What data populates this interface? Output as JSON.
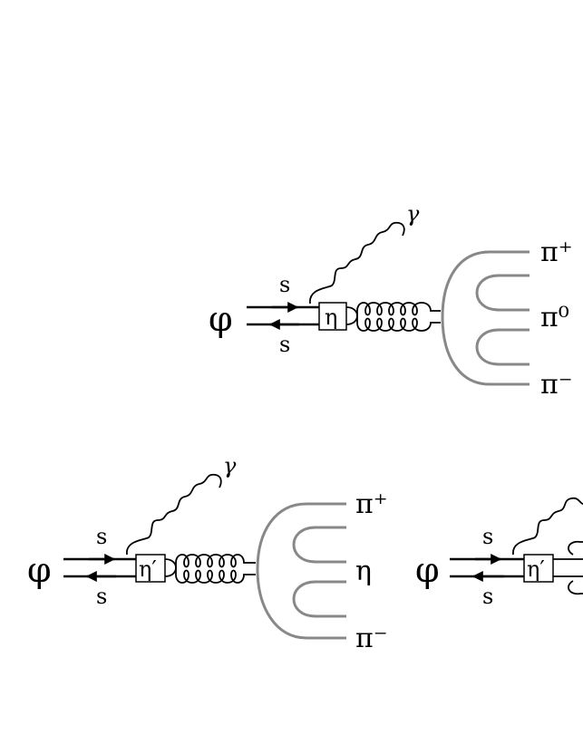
{
  "diagrams": [
    {
      "initial": "φ",
      "quark_top": "s",
      "quark_bottom": "s",
      "photon": "γ",
      "meson": "η",
      "outgoing": [
        "π⁺",
        "π⁰",
        "π⁻"
      ]
    },
    {
      "initial": "φ",
      "quark_top": "s",
      "quark_bottom": "s",
      "photon": "γ",
      "meson": "η′",
      "outgoing": [
        "π⁺",
        "η",
        "π⁻"
      ]
    },
    {
      "initial": "φ",
      "quark_top": "s",
      "quark_bottom": "s",
      "meson": "η′"
    }
  ],
  "colors": {
    "line": "#000000",
    "hadron_lines": "#888888"
  }
}
